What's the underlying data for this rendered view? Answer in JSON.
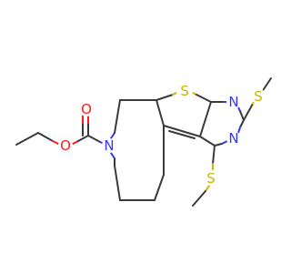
{
  "atoms": {
    "oxygen_ester": "O",
    "oxygen_carbonyl": "O",
    "nitrogen_ring": "N",
    "sulfur_thiophene": "S",
    "nitrogen_pyrimidine_1": "N",
    "nitrogen_pyrimidine_2": "N",
    "sulfur_methylthio_1": "S",
    "sulfur_methylthio_2": "S"
  },
  "colors": {
    "bond": "#3a3a3a",
    "oxygen": "#ff1a1a",
    "nitrogen": "#3535ff",
    "sulfur": "#c9b800"
  }
}
